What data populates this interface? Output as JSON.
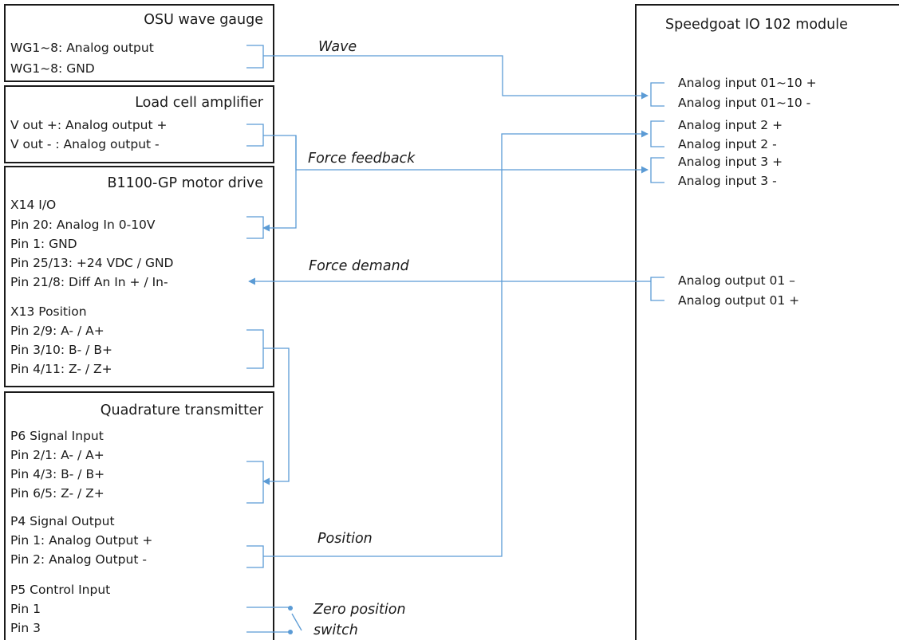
{
  "wave_gauge": {
    "title": "OSU wave gauge",
    "lines": [
      "WG1~8: Analog output",
      "WG1~8: GND"
    ]
  },
  "load_cell": {
    "title": "Load cell amplifier",
    "lines": [
      "V out +: Analog output +",
      "V out - : Analog output -"
    ]
  },
  "motor_drive": {
    "title": "B1100-GP motor drive",
    "lines": [
      "X14 I/O",
      "Pin 20: Analog In 0-10V",
      "Pin 1: GND",
      "Pin 25/13: +24 VDC / GND",
      "Pin 21/8: Diff An In + / In-",
      "X13 Position",
      "Pin 2/9: A- / A+",
      "Pin 3/10: B- / B+",
      "Pin 4/11: Z- / Z+"
    ]
  },
  "quadrature": {
    "title": "Quadrature transmitter",
    "lines": [
      "P6 Signal Input",
      "Pin 2/1: A- / A+",
      "Pin 4/3: B- / B+",
      "Pin 6/5: Z- / Z+",
      "P4 Signal Output",
      "Pin 1: Analog Output +",
      "Pin 2: Analog Output -",
      "P5 Control Input",
      "Pin 1",
      "Pin 3"
    ]
  },
  "speedgoat": {
    "title": "Speedgoat IO 102 module",
    "lines": [
      "Analog input 01~10 +",
      "Analog input 01~10 -",
      "Analog input 2 +",
      "Analog input 2 -",
      "Analog input 3 +",
      "Analog input 3 -",
      "Analog output 01 –",
      "Analog output 01 +"
    ]
  },
  "signals": {
    "wave": "Wave",
    "force_feedback": "Force feedback",
    "force_demand": "Force demand",
    "position": "Position",
    "zero_switch_line1": "Zero position",
    "zero_switch_line2": "switch"
  },
  "colors": {
    "wire": "#5b9bd5",
    "box_border": "#1a1a1a"
  }
}
